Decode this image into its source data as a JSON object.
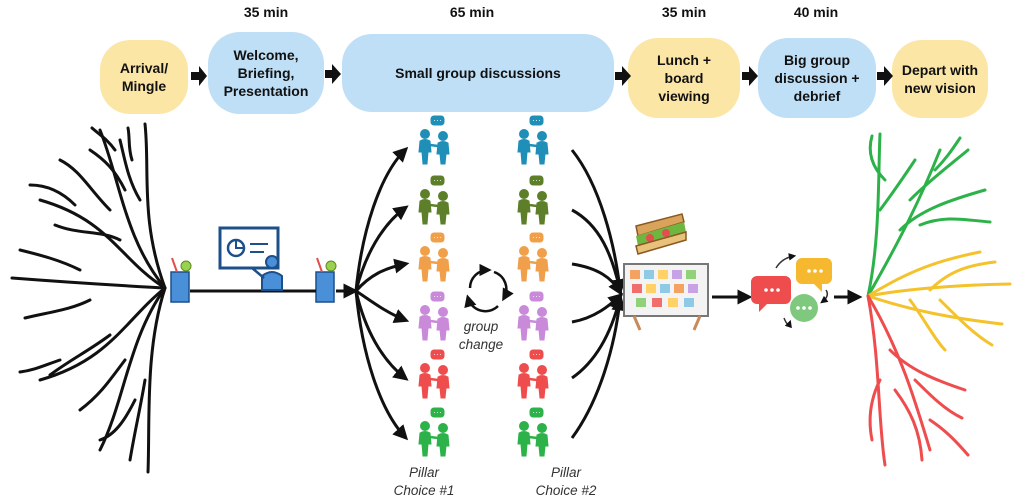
{
  "durations": [
    {
      "id": "d1",
      "text": "35 min"
    },
    {
      "id": "d2",
      "text": "65 min"
    },
    {
      "id": "d3",
      "text": "35 min"
    },
    {
      "id": "d4",
      "text": "40 min"
    }
  ],
  "stages": [
    {
      "id": "arrival",
      "label": "Arrival/\nMingle",
      "color": "yellow"
    },
    {
      "id": "welcome",
      "label": "Welcome,\nBriefing,\nPresentation",
      "color": "blue"
    },
    {
      "id": "small-group",
      "label": "Small group discussions",
      "color": "blue"
    },
    {
      "id": "lunch",
      "label": "Lunch +\nboard\nviewing",
      "color": "yellow"
    },
    {
      "id": "big-group",
      "label": "Big group\ndiscussion +\ndebrief",
      "color": "blue"
    },
    {
      "id": "depart",
      "label": "Depart with\nnew vision",
      "color": "yellow"
    }
  ],
  "group_change_label": "group\nchange",
  "pillar_choice_1": "Pillar\nChoice #1",
  "pillar_choice_2": "Pillar\nChoice #2",
  "group_colors": [
    "#1f8fb8",
    "#5d7f2a",
    "#f0a04b",
    "#c98ad9",
    "#ef4d4d",
    "#2db24a"
  ],
  "colors": {
    "yellow": "#fbe6a6",
    "blue": "#bfdff6",
    "arrow": "#111111",
    "tree_out_green": "#2db24a",
    "tree_out_yellow": "#f4c22b",
    "tree_out_red": "#ef4d4d"
  },
  "icons": [
    "root-tree-icon",
    "drink-glass-icon",
    "presenter-icon",
    "discussion-group-icon",
    "cycle-arrows-icon",
    "sandwich-icon",
    "board-icon",
    "chat-bubbles-icon",
    "flourishing-tree-icon"
  ]
}
